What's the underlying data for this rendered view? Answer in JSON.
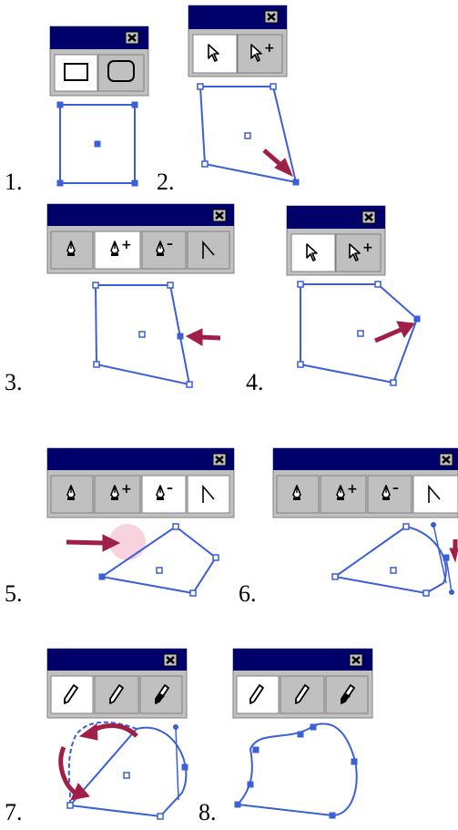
{
  "steps": [
    {
      "number": "1.",
      "tools": [
        "rectangle-icon",
        "rounded-rectangle-icon"
      ],
      "active_tool": "rectangle-icon"
    },
    {
      "number": "2.",
      "tools": [
        "selection-arrow-icon",
        "direct-select-plus-icon"
      ],
      "active_tool": "selection-arrow-icon"
    },
    {
      "number": "3.",
      "tools": [
        "pen-icon",
        "add-anchor-pen-icon",
        "delete-anchor-pen-icon",
        "convert-anchor-icon"
      ],
      "active_tool": "add-anchor-pen-icon"
    },
    {
      "number": "4.",
      "tools": [
        "selection-arrow-icon",
        "direct-select-plus-icon"
      ],
      "active_tool": "selection-arrow-icon"
    },
    {
      "number": "5.",
      "tools": [
        "pen-icon",
        "add-anchor-pen-icon",
        "delete-anchor-pen-icon",
        "convert-anchor-icon"
      ],
      "active_tool": "delete-anchor-pen-icon"
    },
    {
      "number": "6.",
      "tools": [
        "pen-icon",
        "add-anchor-pen-icon",
        "delete-anchor-pen-icon",
        "convert-anchor-icon"
      ],
      "active_tool": "convert-anchor-icon"
    },
    {
      "number": "7.",
      "tools": [
        "pencil-icon",
        "smooth-pencil-icon",
        "eraser-icon"
      ],
      "active_tool": "pencil-icon"
    },
    {
      "number": "8.",
      "tools": [
        "pencil-icon",
        "smooth-pencil-icon",
        "eraser-icon"
      ],
      "active_tool": "pencil-icon"
    }
  ],
  "colors": {
    "path_blue": "#3b5fd6",
    "arrow_red": "#a01f49",
    "title_bar": "#00006b",
    "palette_gray": "#c0c0c0"
  }
}
